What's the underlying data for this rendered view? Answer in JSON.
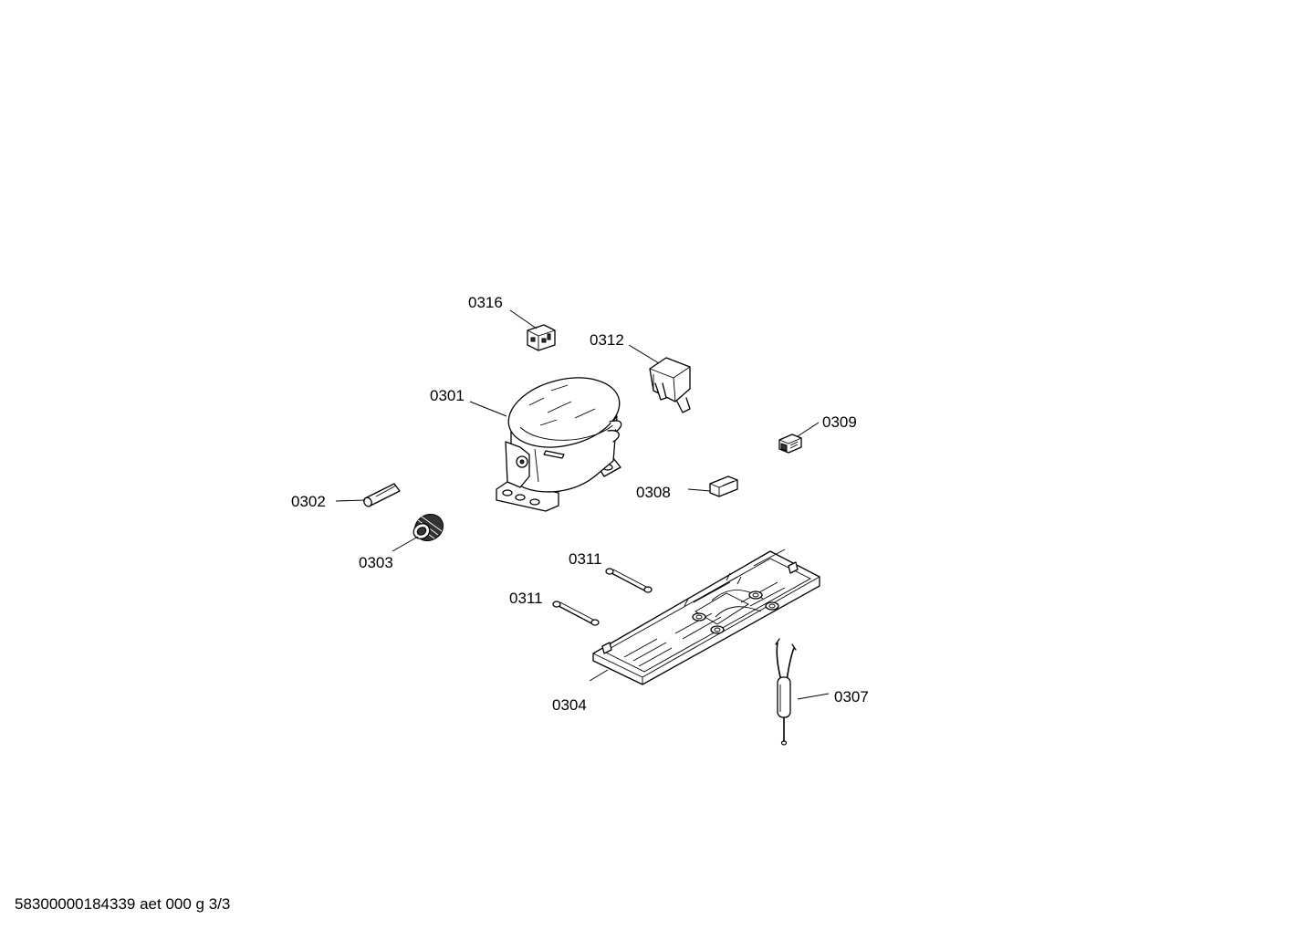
{
  "callouts": {
    "c0316": "0316",
    "c0312": "0312",
    "c0301": "0301",
    "c0309": "0309",
    "c0302": "0302",
    "c0308": "0308",
    "c0303": "0303",
    "c0311a": "0311",
    "c0311b": "0311",
    "c0304": "0304",
    "c0307": "0307"
  },
  "footer": {
    "document_id": "58300000184339 aet 000 g 3/3"
  }
}
